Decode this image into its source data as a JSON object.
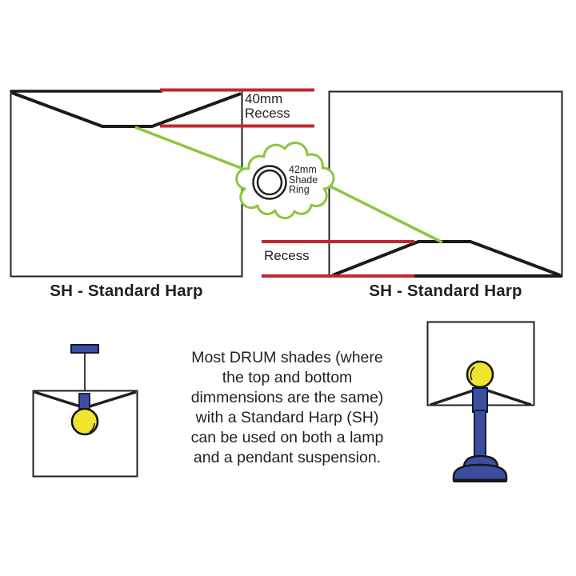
{
  "colors": {
    "red": "#C1272D",
    "green": "#8CC63F",
    "blue": "#3B4EA0",
    "blue_outline": "#14183A",
    "yellow": "#F0E431",
    "ink": "#231F20"
  },
  "top_left_diagram": {
    "caption": "SH - Standard Harp",
    "recess_label": "40mm\nRecess"
  },
  "top_right_diagram": {
    "caption": "SH - Standard Harp",
    "recess_label": "Recess"
  },
  "shade_ring_callout": {
    "label": "42mm\nShade\nRing"
  },
  "description_text": "Most DRUM shades (where\nthe top and bottom\ndimmensions are the same)\nwith a Standard Harp (SH)\ncan be used on both a lamp\nand a pendant suspension.",
  "illustrations": {
    "pendant_lamp": "pendant-suspension-with-drum-shade",
    "table_lamp": "table-lamp-with-drum-shade",
    "cloud": "cloud-callout",
    "ring": "shade-ring-icon"
  }
}
